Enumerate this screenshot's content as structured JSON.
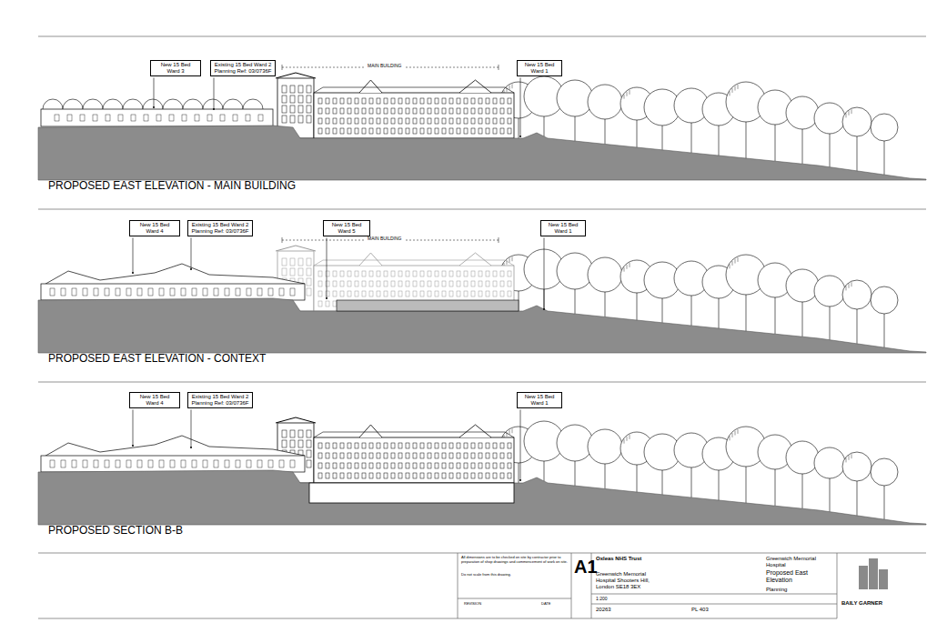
{
  "diagram": {
    "nodes": [
      {
        "text": [
          "New 15 Bed Ward 3"
        ]
      },
      {
        "text": [
          "Existing 15 Bed Ward 2 Planning Ref: 03/0736F"
        ]
      },
      {
        "text": [
          "New 15 Bed Ward 1"
        ]
      },
      {
        "text": [
          "New 15 Bed Ward 4"
        ]
      },
      {
        "text": [
          "Existing 15 Bed Ward 2 Planning Ref: 03/0736F"
        ]
      },
      {
        "text": [
          "New 15 Bed Ward 5"
        ]
      },
      {
        "text": [
          "New 15 Bed Ward 1"
        ]
      },
      {
        "text": [
          "New 15 Bed Ward 4"
        ]
      },
      {
        "text": [
          "Existing 15 Bed Ward 2 Planning Ref: 03/0736F"
        ]
      },
      {
        "text": [
          "New 15 Bed Ward 1"
        ]
      }
    ],
    "labels": [
      "PROPOSED EAST ELEVATION - MAIN BUILDING",
      "MAIN BUILDING",
      "PROPOSED EAST ELEVATION - CONTEXT",
      "MAIN BUILDING",
      "PROPOSED SECTION B-B",
      "A1",
      "Oxleas NHS Trust",
      "Greenwich Memorial Hospital Shooters Hill, London SE18 3EX",
      "Greenwich Memorial Hospital",
      "Proposed East Elevation",
      "Planning",
      "1:200",
      "20263",
      "PL 403",
      "BAILY GARNER",
      "All dimensions are to be checked on site by contractor prior to preparation of shop drawings and commencement of work on site.",
      "Do not scale from this drawing.",
      "REVISION",
      "DATE"
    ]
  }
}
